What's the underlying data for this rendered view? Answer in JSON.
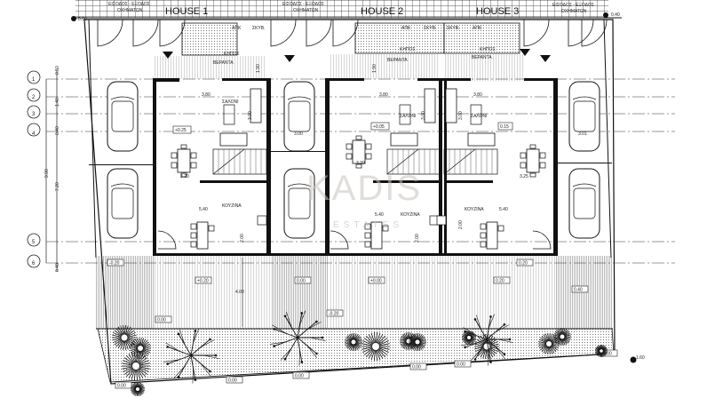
{
  "plan": {
    "houses": [
      {
        "title": "HOUSE 1",
        "garden": "ΚΗΠΟΣ",
        "veranda": "ΒΕΡΑΝΤΑ",
        "living": "ΣΑΛΟΝΙ",
        "kitchen": "ΚΟΥΖΙΝΑ",
        "apk": "ΑΠΚ",
        "skyb": "ΣΚΥΒ.",
        "level": "+0.25",
        "living_width": "3.80",
        "living_depth": "3.00",
        "dining_width": "3.20",
        "kitchen_width": "5.40",
        "kitchen_depth": "2.00",
        "veranda_depth": "1.90"
      },
      {
        "title": "HOUSE 2",
        "garden": "ΚΗΠΟΣ",
        "veranda": "ΒΕΡΑΝΤΑ",
        "living": "ΣΑΛΟΝΙ",
        "kitchen": "ΚΟΥΖΙΝΑ",
        "apk": "ΑΠΚ",
        "skyb": "ΣΚΥΒ.",
        "level": "+0.05",
        "living_width": "3.80",
        "living_depth": "3.00",
        "dining_width": "3.20",
        "kitchen_width": "5.40",
        "kitchen_depth": "2.00",
        "veranda_depth": "1.90"
      },
      {
        "title": "HOUSE 3",
        "garden": "ΚΗΠΟΣ",
        "veranda": "ΒΕΡΑΝΤΑ",
        "living": "ΣΑΛΟΝΙ",
        "kitchen": "ΚΟΥΖΙΝΑ",
        "apk": "ΑΠΚ",
        "skyb": "ΣΚΥΒ.",
        "level": "0.15",
        "living_width": "3.80",
        "living_depth": "3.00",
        "dining_width": "3.25",
        "kitchen_width": "5.40",
        "kitchen_depth": "2.00"
      }
    ],
    "vehicle_entrances": [
      {
        "line1": "ΕΙΣΟΔΟΣ - ΕΞΟΔΟΣ",
        "line2": "ΟΧΗΜΑΤΩΝ"
      },
      {
        "line1": "ΕΙΣΟΔΟΣ - ΕΞΟΔΟΣ",
        "line2": "ΟΧΗΜΑΤΩΝ"
      },
      {
        "line1": "ΕΙΣΟΔΟΣ - ΕΞΟΔΟΣ",
        "line2": "ΟΧΗΜΑΤΩΝ"
      }
    ],
    "parking_widths": [
      "3.00",
      "3.01"
    ],
    "grid_axes": [
      "1",
      "2",
      "3",
      "4",
      "5",
      "6"
    ],
    "grid_dims": [
      "0.50",
      "1.40",
      "0.40",
      "9.90",
      "7.20",
      "0.40"
    ],
    "levels": {
      "street_left": "0.00",
      "street_right": "0.40",
      "corner_right": "1.60",
      "yard": [
        "-0.20",
        "+0.20",
        "0.00",
        "0.00",
        "-0.20",
        "+0.00",
        "0.20",
        "0.40",
        "0.20"
      ],
      "garden_bottom": [
        "0.00",
        "0.00",
        "0.00",
        "0.00",
        "0.00",
        "0.00"
      ],
      "yard_depth": "4.00"
    },
    "watermark": {
      "brand": "KADIS",
      "sub": "ESTATES"
    }
  }
}
